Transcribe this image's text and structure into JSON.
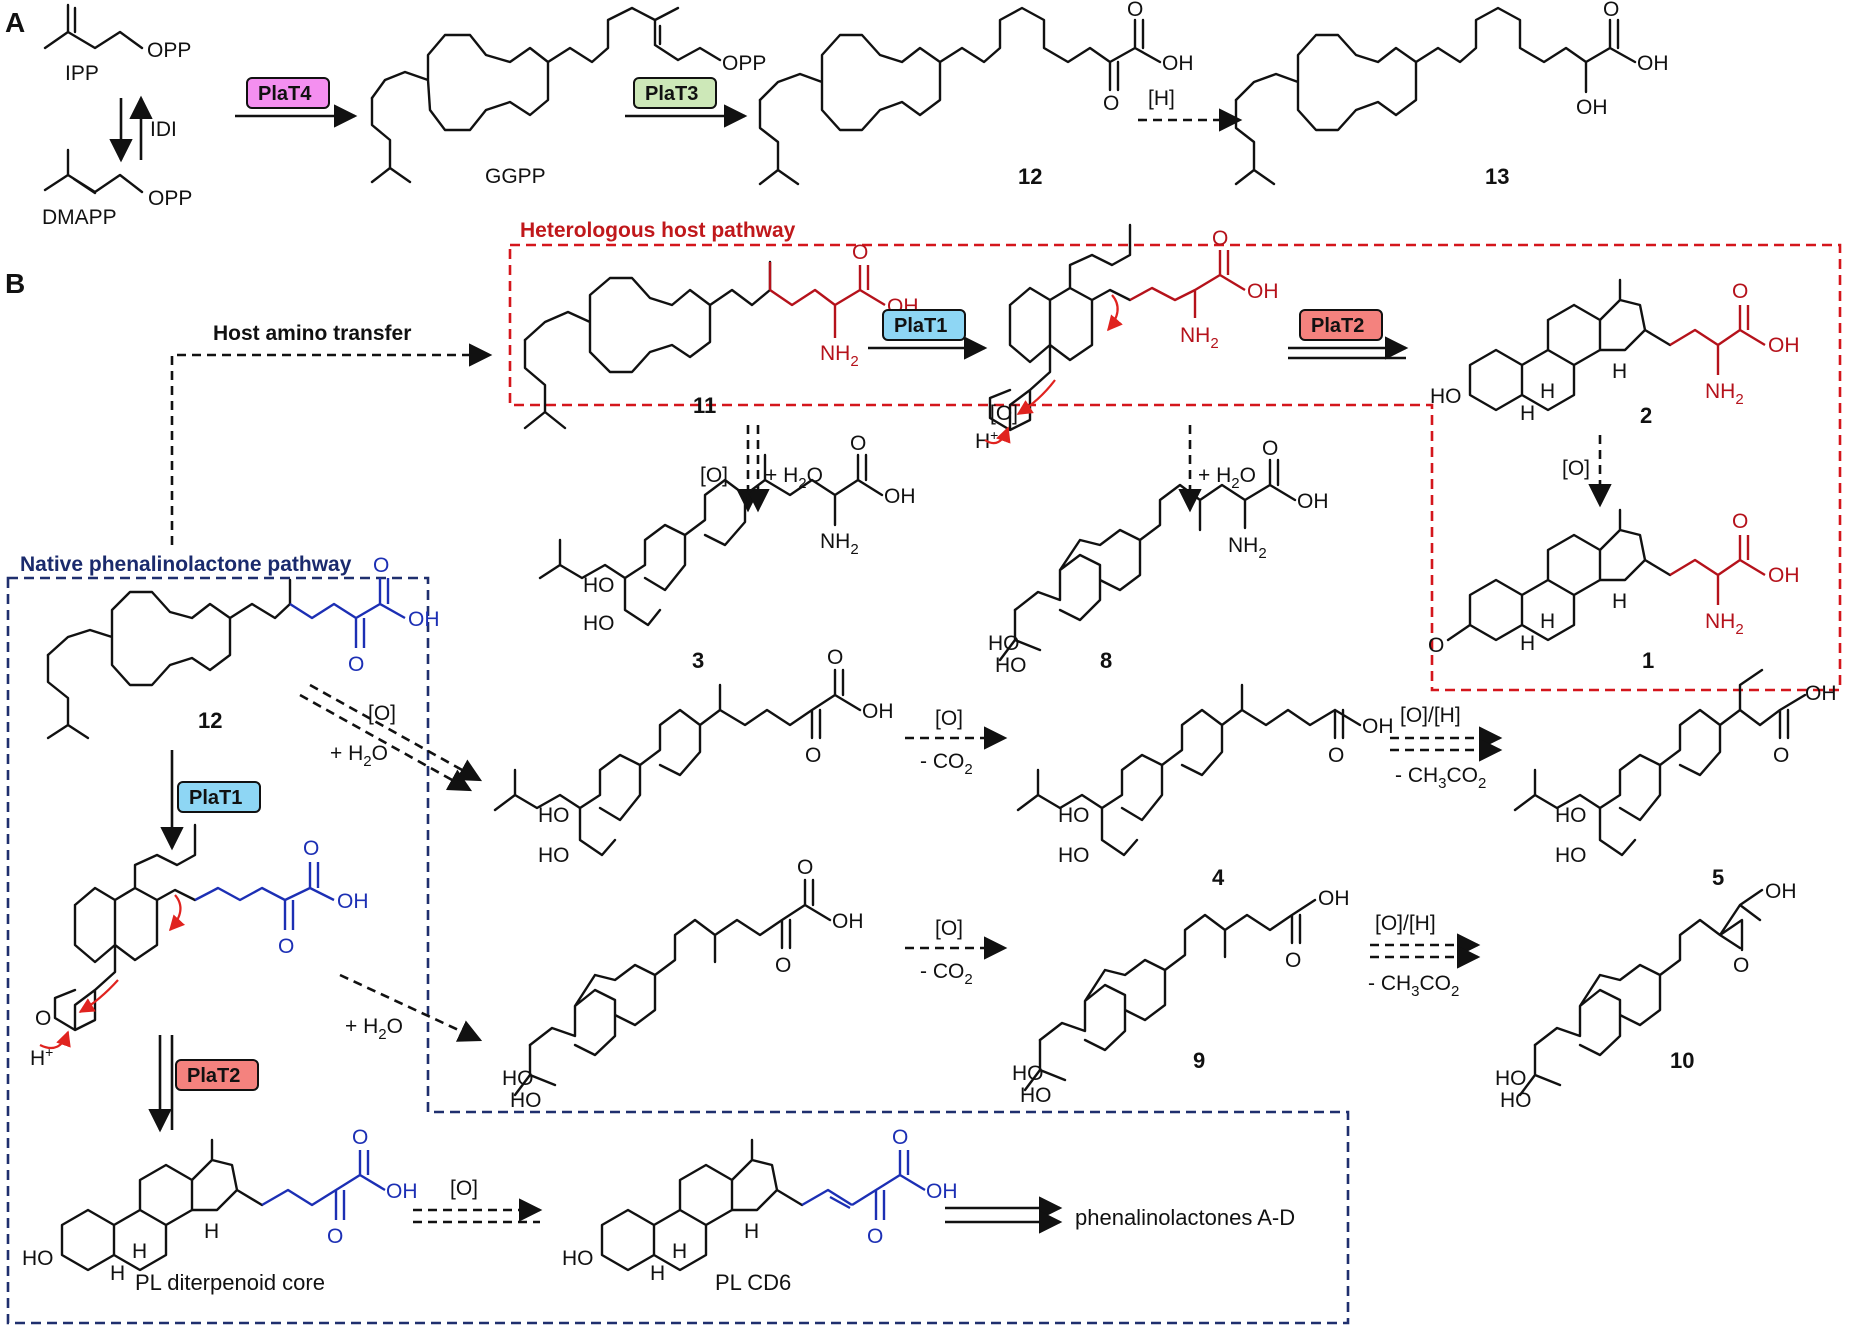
{
  "panels": {
    "a": "A",
    "b": "B"
  },
  "boxes": {
    "heterologous_title": "Heterologous host pathway",
    "native_title": "Native phenalinolactone pathway"
  },
  "enzymes": {
    "platT4": "PlaT4",
    "platT3": "PlaT3",
    "platT1_host": "PlaT1",
    "platT2_host": "PlaT2",
    "platT1_native": "PlaT1",
    "platT2_native": "PlaT2"
  },
  "enzyme_colors": {
    "PlaT4": "#f48ff0",
    "PlaT3": "#cde8b8",
    "PlaT1": "#8ed6f4",
    "PlaT2": "#f4827e"
  },
  "structure_colors": {
    "host": "#b5121b",
    "native": "#1c2fb4",
    "arrow_push": "#e0231f"
  },
  "labels": {
    "ipp": "IPP",
    "dmapp": "DMAPP",
    "idi": "IDI",
    "opp1": "OPP",
    "opp2": "OPP",
    "opp3": "OPP",
    "ggpp": "GGPP",
    "oh_12a": "OH",
    "o_12a_top": "O",
    "o_12a_bot": "O",
    "h_step": "[H]",
    "oh_13_acid": "OH",
    "oh_13_alpha": "OH",
    "o_13_top": "O",
    "host_amino": "Host amino transfer",
    "o_11": "O",
    "oh_11": "OH",
    "nh2_11": "NH",
    "o_ep": "O",
    "oh_ep": "OH",
    "nh2_ep": "NH",
    "o_2": "O",
    "oh_2": "OH",
    "nh2_2": "NH",
    "ho_2": "HO",
    "h_2a": "H",
    "h_2b": "H",
    "h_2c": "H",
    "o_step_host": "[O]",
    "o_step_11": "[O]",
    "water_11": "+ H",
    "water_ep": "+ H",
    "o_3": "O",
    "oh_3": "OH",
    "nh2_3": "NH",
    "ho_3a": "HO",
    "ho_3b": "HO",
    "o_8": "O",
    "oh_8": "OH",
    "nh2_8": "NH",
    "ho_8a": "HO",
    "ho_8b": "HO",
    "o_1": "O",
    "oh_1": "OH",
    "nh2_1": "NH",
    "h_1a": "H",
    "h_1b": "H",
    "h_1c": "H",
    "o_1_ketone": "O",
    "o_12b_top": "O",
    "oh_12b": "OH",
    "o_12b_bot": "O",
    "o_step_12": "[O]",
    "water_12": "+ H",
    "water_ep2": "+ H",
    "o_ep2": "O",
    "o_ep2_acid": "O",
    "oh_ep2": "OH",
    "o_ep2_bot": "O",
    "h_plus_1": "H",
    "h_plus_2": "H",
    "ro1_o": "O",
    "ro1_oh": "OH",
    "ro1_o2": "O",
    "ro1_hoa": "HO",
    "ro1_hob": "HO",
    "r1_step_o": "[O]",
    "r1_step_co2": "- CO",
    "o_4": "O",
    "oh_4": "OH",
    "ho_4a": "HO",
    "ho_4b": "HO",
    "r1_step2_top": "[O]/[H]",
    "r1_step2_bot": "- CH",
    "oh_5": "OH",
    "o_5": "O",
    "ho_5a": "HO",
    "ho_5b": "HO",
    "ro2_o": "O",
    "ro2_oh": "OH",
    "ro2_o2": "O",
    "ro2_hoa": "HO",
    "ro2_hob": "HO",
    "r2_step_o": "[O]",
    "r2_step_co2": "- CO",
    "o_9": "O",
    "oh_9": "OH",
    "ho_9a": "HO",
    "ho_9b": "HO",
    "r2_step2_top": "[O]/[H]",
    "r2_step2_bot": "- CH",
    "o_10": "O",
    "oh_10": "OH",
    "ho_10a": "HO",
    "ho_10b": "HO",
    "core_o": "O",
    "core_oh": "OH",
    "core_o2": "O",
    "core_ho": "HO",
    "core_h1": "H",
    "core_h2": "H",
    "core_h3": "H",
    "core_name": "PL diterpenoid core",
    "core_step": "[O]",
    "cd6_o": "O",
    "cd6_oh": "OH",
    "cd6_o2": "O",
    "cd6_ho": "HO",
    "cd6_h1": "H",
    "cd6_h2": "H",
    "cd6_h3": "H",
    "cd6_name": "PL CD6",
    "final_product": "phenalinolactones A-D"
  },
  "compound_numbers": {
    "c12a": "12",
    "c13": "13",
    "c11": "11",
    "c2": "2",
    "c3": "3",
    "c8": "8",
    "c1": "1",
    "c12b": "12",
    "c4": "4",
    "c5": "5",
    "c9": "9",
    "c10": "10"
  },
  "subscripts": {
    "two": "2",
    "three": "3",
    "plus": "+"
  }
}
